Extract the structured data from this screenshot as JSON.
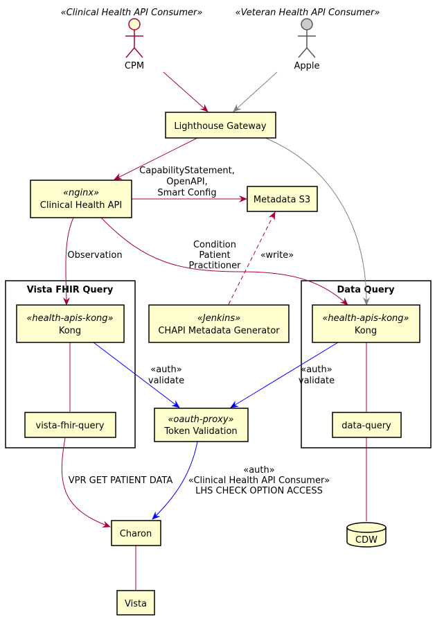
{
  "actors": {
    "cpm": {
      "stereotype": "«Clinical Health API Consumer»",
      "label": "CPM",
      "fill": "#FEFECE",
      "stroke": "#A80036"
    },
    "apple": {
      "stereotype": "«Veteran Health API Consumer»",
      "label": "Apple",
      "fill": "#CCCCCC",
      "stroke": "#555555"
    }
  },
  "nodes": {
    "gateway": {
      "label": "Lighthouse Gateway"
    },
    "clinical_api": {
      "stereotype": "«nginx»",
      "label": "Clinical Health API"
    },
    "metadata_s3": {
      "label": "Metadata S3"
    },
    "jenkins": {
      "stereotype": "«Jenkins»",
      "label": "CHAPI Metadata Generator"
    },
    "kong_vista": {
      "stereotype": "«health-apis-kong»",
      "label": "Kong"
    },
    "kong_dq": {
      "stereotype": "«health-apis-kong»",
      "label": "Kong"
    },
    "vista_fhir_query": {
      "label": "vista-fhir-query"
    },
    "token_validation": {
      "stereotype": "«oauth-proxy»",
      "label": "Token Validation"
    },
    "data_query": {
      "label": "data-query"
    },
    "charon": {
      "label": "Charon"
    },
    "vista": {
      "label": "Vista"
    },
    "cdw": {
      "label": "CDW"
    }
  },
  "packages": {
    "vista_fhir": {
      "label": "Vista FHIR Query"
    },
    "data_query": {
      "label": "Data Query"
    }
  },
  "edge_labels": {
    "metadata": [
      "CapabilityStatement,",
      "OpenAPI,",
      "Smart Config"
    ],
    "observation": "Observation",
    "resources": [
      "Condition",
      "Patient",
      "Practitioner"
    ],
    "write": "«write»",
    "auth_vista": [
      "«auth»",
      "validate"
    ],
    "auth_dq": [
      "«auth»",
      "validate"
    ],
    "vpr": "VPR GET PATIENT DATA",
    "charon_auth": [
      "«auth»",
      "«Clinical Health API Consumer»",
      "LHS CHECK OPTION ACCESS"
    ]
  },
  "colors": {
    "primary_edge": "#A80036",
    "gray_edge": "#808080",
    "auth_edge": "#0000FF",
    "node_fill": "#FEFECE"
  }
}
